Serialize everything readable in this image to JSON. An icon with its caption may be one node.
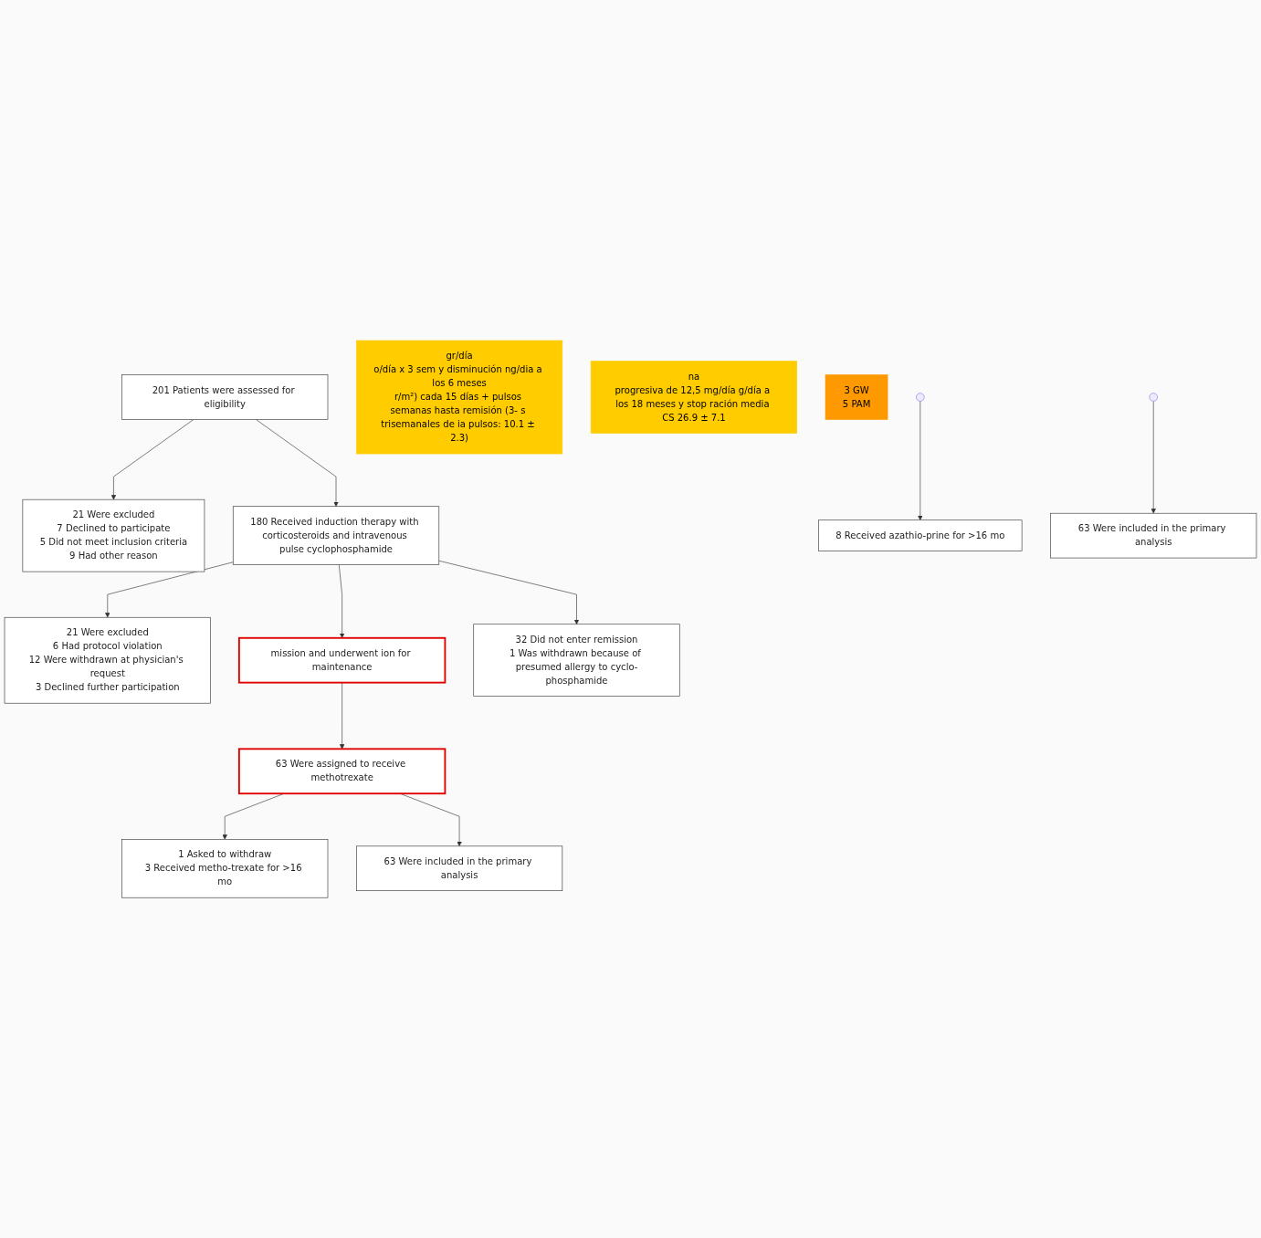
{
  "diagram": {
    "nodes": [
      {
        "text": [
          "201 Patients were assessed for eligibility"
        ]
      },
      {
        "text": [
          "21 Were excluded",
          "7 Declined to participate",
          "5 Did not meet inclusion criteria",
          "9 Had other reason"
        ]
      },
      {
        "text": [
          "180 Received induction therapy with corticosteroids and intravenous pulse cyclophosphamide"
        ]
      },
      {
        "text": [
          "21 Were excluded",
          "6 Had protocol violation",
          "12 Were withdrawn at physician's request",
          "3 Declined further participation"
        ]
      },
      {
        "text": [
          "gr/día",
          "o/día x 3 sem y disminución ng/dia a los 6 meses",
          "r/m²) cada 15 días + pulsos semanas hasta remisión (3- s trisemanales de ia pulsos: 10.1 ± 2.3)"
        ]
      },
      {
        "text": [
          "mission and underwent ion for maintenance"
        ]
      },
      {
        "text": [
          "32 Did not enter remission",
          "1 Was withdrawn because of presumed allergy to cyclo-phosphamide"
        ]
      },
      {
        "text": [
          "na",
          "progresiva de 12,5 mg/día g/día a los 18 meses y stop ración media CS 26.9 ± 7.1"
        ]
      },
      {
        "text": [
          "3 GW",
          "5 PAM"
        ]
      },
      {
        "text": [
          "63 Were assigned to receive methotrexate"
        ]
      },
      {
        "text": [
          "8 Received azathio-prine for >16 mo"
        ]
      },
      {
        "text": [
          "1 Asked to withdraw",
          "3 Received metho-trexate for >16 mo"
        ]
      },
      {
        "text": [
          "63 Were included in the primary analysis"
        ]
      },
      {
        "text": [
          "63 Were included in the primary analysis"
        ]
      }
    ],
    "edges": [
      {
        "from": 0,
        "to": 2,
        "arrow": "to"
      },
      {
        "from": 0,
        "to": 1,
        "arrow": "to"
      },
      {
        "from": 2,
        "to": 5,
        "arrow": "to"
      },
      {
        "from": 2,
        "to": 6,
        "arrow": "to"
      },
      {
        "from": 2,
        "to": 3,
        "arrow": "to"
      },
      {
        "from": 5,
        "to": 9,
        "arrow": "to"
      },
      {
        "from": null,
        "to": 10,
        "arrow": "to"
      },
      {
        "from": null,
        "to": 12,
        "arrow": "to"
      },
      {
        "from": 9,
        "to": 11,
        "arrow": "to"
      },
      {
        "from": 9,
        "to": 13,
        "arrow": "to"
      }
    ]
  }
}
